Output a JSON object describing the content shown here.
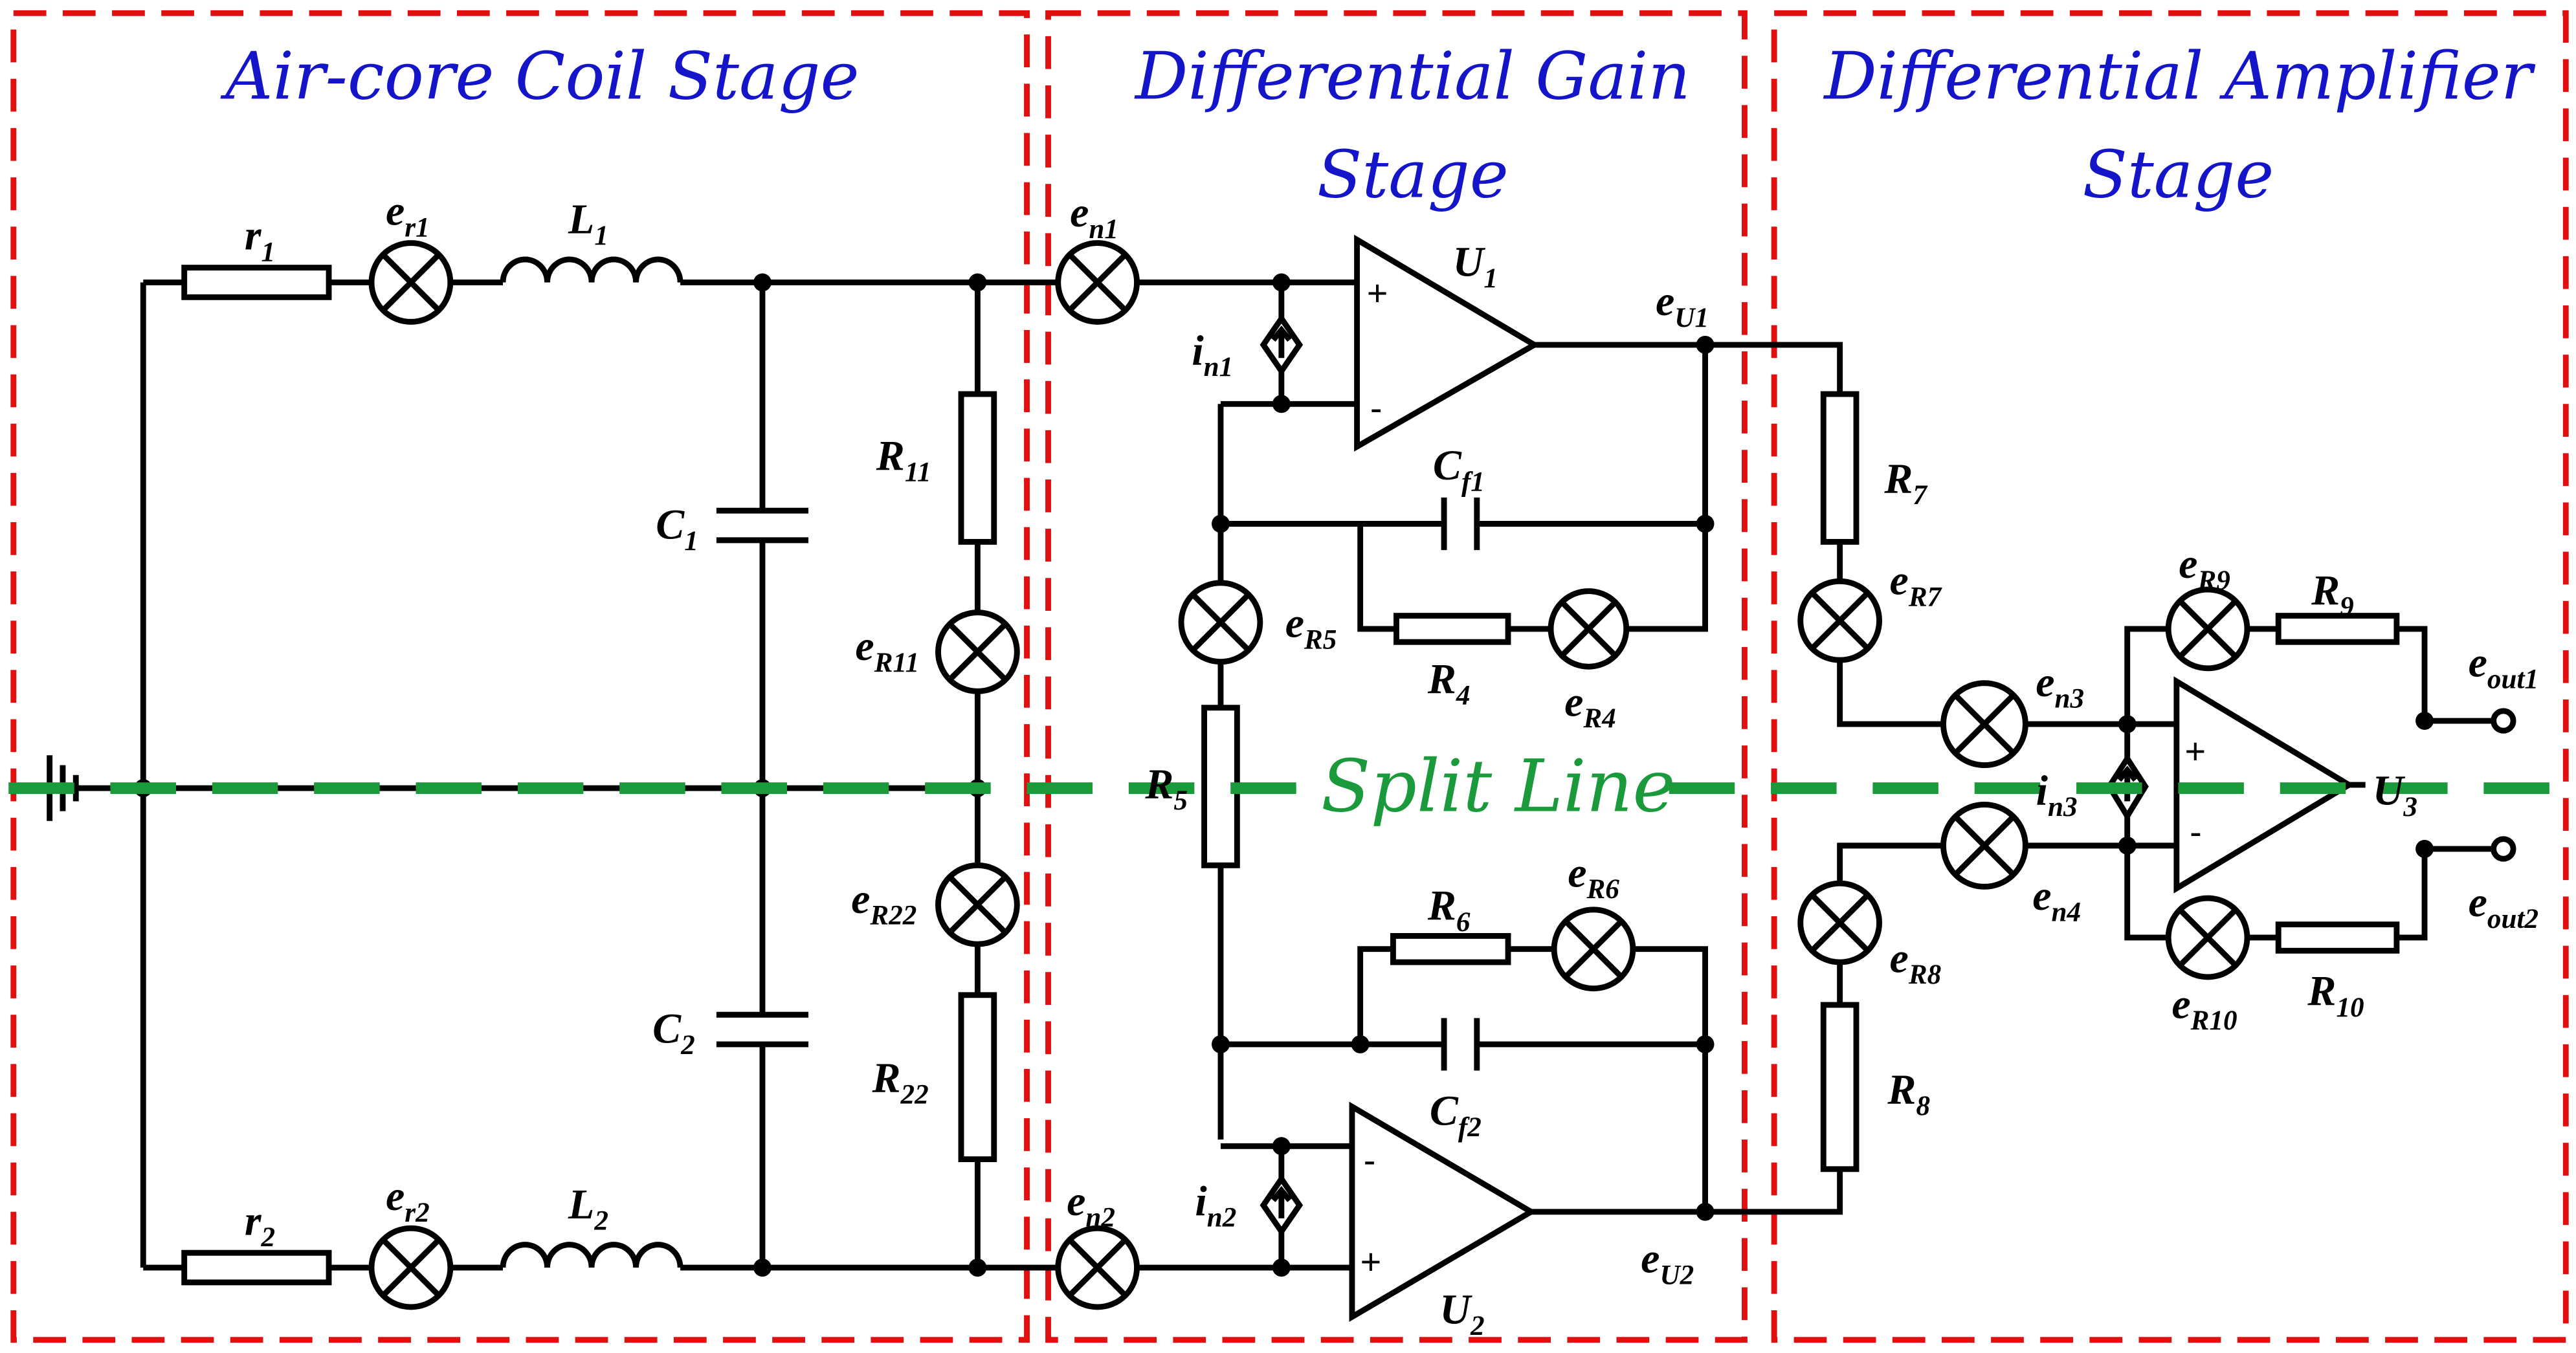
{
  "stages": {
    "coil": "Air-core Coil Stage",
    "gain_1": "Differential Gain",
    "gain_2": "Stage",
    "amp_1": "Differential Amplifier",
    "amp_2": "Stage"
  },
  "split_line": "Split Line",
  "labels": {
    "r1": [
      "r",
      "1"
    ],
    "r2": [
      "r",
      "2"
    ],
    "er1": [
      "e",
      "r1"
    ],
    "er2": [
      "e",
      "r2"
    ],
    "L1": [
      "L",
      "1"
    ],
    "L2": [
      "L",
      "2"
    ],
    "C1": [
      "C",
      "1"
    ],
    "C2": [
      "C",
      "2"
    ],
    "R11": [
      "R",
      "11"
    ],
    "R22": [
      "R",
      "22"
    ],
    "eR11": [
      "e",
      "R11"
    ],
    "eR22": [
      "e",
      "R22"
    ],
    "en1": [
      "e",
      "n1"
    ],
    "en2": [
      "e",
      "n2"
    ],
    "in1": [
      "i",
      "n1"
    ],
    "in2": [
      "i",
      "n2"
    ],
    "U1": [
      "U",
      "1"
    ],
    "U2": [
      "U",
      "2"
    ],
    "eU1": [
      "e",
      "U1"
    ],
    "eU2": [
      "e",
      "U2"
    ],
    "Cf1": [
      "C",
      "f1"
    ],
    "Cf2": [
      "C",
      "f2"
    ],
    "eR5": [
      "e",
      "R5"
    ],
    "R5": [
      "R",
      "5"
    ],
    "R4": [
      "R",
      "4"
    ],
    "eR4": [
      "e",
      "R4"
    ],
    "R6": [
      "R",
      "6"
    ],
    "eR6": [
      "e",
      "R6"
    ],
    "R7": [
      "R",
      "7"
    ],
    "eR7": [
      "e",
      "R7"
    ],
    "R8": [
      "R",
      "8"
    ],
    "eR8": [
      "e",
      "R8"
    ],
    "en3": [
      "e",
      "n3"
    ],
    "en4": [
      "e",
      "n4"
    ],
    "in3": [
      "i",
      "n3"
    ],
    "eR9": [
      "e",
      "R9"
    ],
    "R9": [
      "R",
      "9"
    ],
    "eR10": [
      "e",
      "R10"
    ],
    "R10": [
      "R",
      "10"
    ],
    "U3": [
      "U",
      "3"
    ],
    "eout1": [
      "e",
      "out1"
    ],
    "eout2": [
      "e",
      "out2"
    ]
  },
  "signs": {
    "plus": "+",
    "minus": "-"
  },
  "colors": {
    "stage_title": "#1414c8",
    "split_line": "#1a9a3a",
    "stage_border": "#e01010"
  }
}
